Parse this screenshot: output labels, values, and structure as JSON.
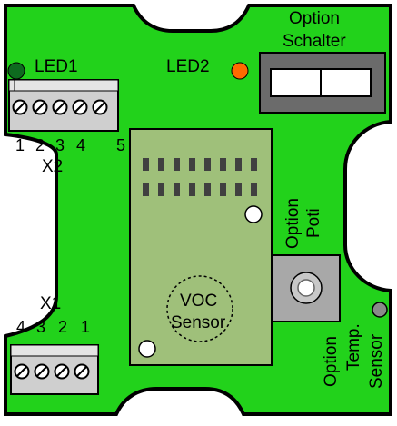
{
  "colors": {
    "board": "#22d21b",
    "board_outline": "#000000",
    "sensor_board": "#9fc07a",
    "terminal_block": "#d0d0d0",
    "screw": "#ffffff",
    "led1": "#0e6b1f",
    "led2": "#ff6a00",
    "switch_body": "#6b6b6b",
    "pot_body": "#a8a8a8"
  },
  "labels": {
    "led1": "LED1",
    "led2": "LED2",
    "option_switch_line1": "Option",
    "option_switch_line2": "Schalter",
    "x2_pins": [
      "1",
      "2",
      "3",
      "4"
    ],
    "x2_pin5": "5",
    "x2": "X2",
    "x1": "X1",
    "x1_pins": [
      "4",
      "3",
      "2",
      "1"
    ],
    "option_poti_line1": "Option",
    "option_poti_line2": "Poti",
    "voc_line1": "VOC",
    "voc_line2": "Sensor",
    "temp_line1": "Option",
    "temp_line2": "Temp.",
    "temp_line3": "Sensor"
  }
}
